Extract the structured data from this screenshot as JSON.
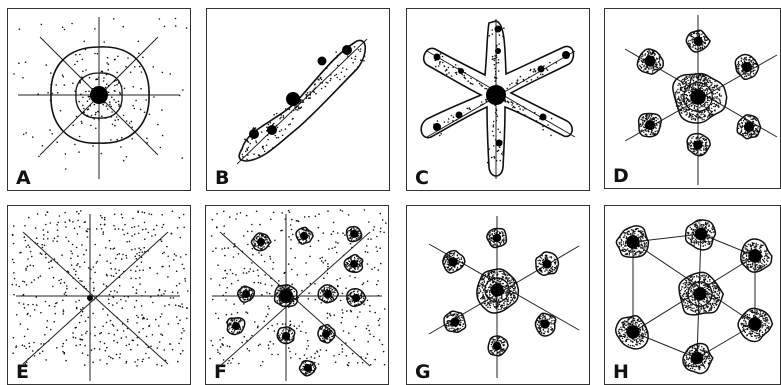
{
  "figure": {
    "panels": [
      {
        "id": "A",
        "label": "A"
      },
      {
        "id": "B",
        "label": "B"
      },
      {
        "id": "C",
        "label": "C"
      },
      {
        "id": "D",
        "label": "D"
      },
      {
        "id": "E",
        "label": "E"
      },
      {
        "id": "F",
        "label": "F"
      },
      {
        "id": "G",
        "label": "G"
      },
      {
        "id": "H",
        "label": "H"
      }
    ],
    "colors": {
      "ink": "#111111",
      "border": "#333333",
      "background": "#ffffff"
    }
  }
}
